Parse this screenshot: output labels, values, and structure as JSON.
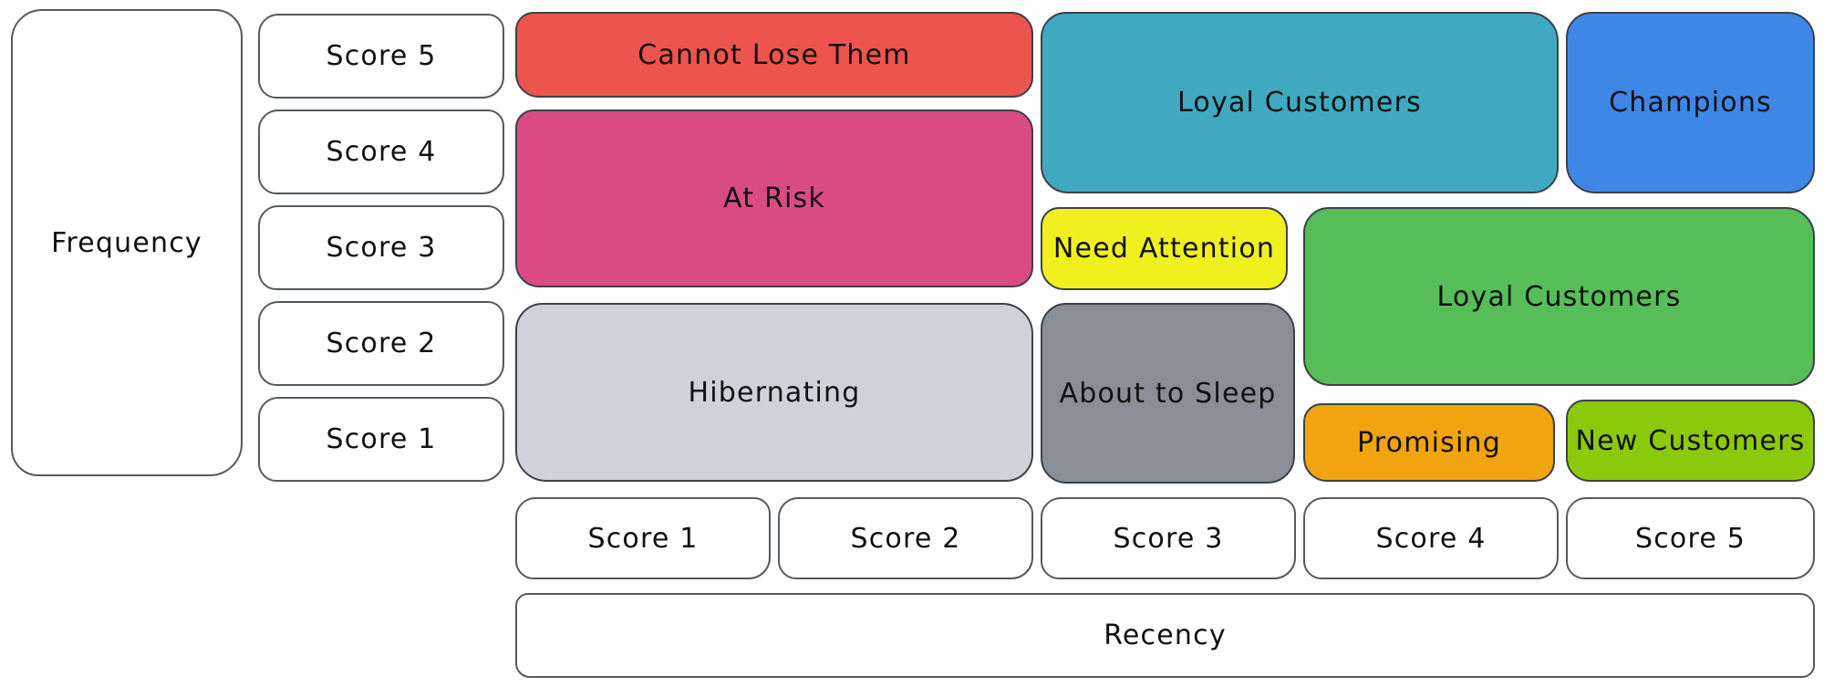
{
  "diagram": {
    "type": "rfm-segmentation-matrix",
    "axes": {
      "frequency_label": "Frequency",
      "recency_label": "Recency",
      "frequency_scores": [
        "Score 5",
        "Score 4",
        "Score 3",
        "Score 2",
        "Score 1"
      ],
      "recency_scores": [
        "Score 1",
        "Score 2",
        "Score 3",
        "Score 4",
        "Score 5"
      ]
    },
    "segments": [
      {
        "label": "Cannot Lose Them",
        "color": "#ed544d",
        "recency_span": "1-2",
        "frequency_span": "5"
      },
      {
        "label": "At Risk",
        "color": "#da4b84",
        "recency_span": "1-2",
        "frequency_span": "3-4"
      },
      {
        "label": "Hibernating",
        "color": "#cfd3d9",
        "recency_span": "1-2",
        "frequency_span": "1-2"
      },
      {
        "label": "Loyal Customers",
        "color": "#3fa9c0",
        "recency_span": "3-4",
        "frequency_span": "4-5"
      },
      {
        "label": "Champions",
        "color": "#3e87e6",
        "recency_span": "5",
        "frequency_span": "4-5"
      },
      {
        "label": "Need Attention",
        "color": "#f0f01e",
        "recency_span": "3",
        "frequency_span": "3"
      },
      {
        "label": "About to Sleep",
        "color": "#888f97",
        "recency_span": "3",
        "frequency_span": "1-2"
      },
      {
        "label": "Loyal Customers",
        "color": "#56bd58",
        "recency_span": "4-5",
        "frequency_span": "2-3"
      },
      {
        "label": "Promising",
        "color": "#f1a40e",
        "recency_span": "4",
        "frequency_span": "1"
      },
      {
        "label": "New Customers",
        "color": "#8dc90b",
        "recency_span": "5",
        "frequency_span": "1"
      }
    ],
    "stroke_color": "#3d4147",
    "background_color": "#ffffff"
  }
}
